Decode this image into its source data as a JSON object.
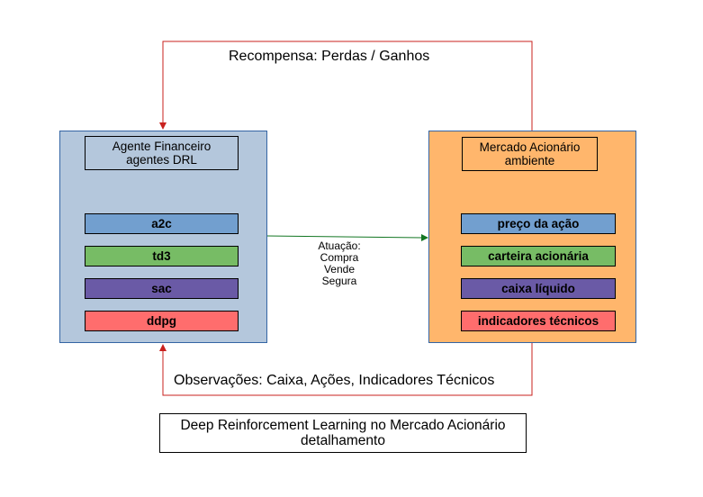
{
  "feedback_top": {
    "label": "Recompensa: Perdas / Ganhos"
  },
  "feedback_bottom": {
    "label": "Observações: Caixa, Ações, Indicadores Técnicos"
  },
  "agent": {
    "title": "Agente Financeiro",
    "subtitle": "agentes DRL",
    "fill": "#b4c7dc",
    "items": [
      {
        "label": "a2c",
        "color": "#729fcf"
      },
      {
        "label": "td3",
        "color": "#77bc65"
      },
      {
        "label": "sac",
        "color": "#6a5aa6"
      },
      {
        "label": "ddpg",
        "color": "#ff6d6d"
      }
    ]
  },
  "environment": {
    "title": "Mercado Acionário",
    "subtitle": "ambiente",
    "fill": "#ffb66c",
    "items": [
      {
        "label": "preço da ação",
        "color": "#729fcf"
      },
      {
        "label": "carteira acionária",
        "color": "#77bc65"
      },
      {
        "label": "caixa líquido",
        "color": "#6a5aa6"
      },
      {
        "label": "indicadores técnicos",
        "color": "#ff6d6d"
      }
    ]
  },
  "action": {
    "label": "Atuação:",
    "options": [
      "Compra",
      "Vende",
      "Segura"
    ]
  },
  "caption": {
    "line1": "Deep Reinforcement Learning no Mercado Acionário",
    "line2": "detalhamento"
  },
  "colors": {
    "reward_arrow": "#c9211e",
    "action_arrow": "#127622",
    "panel_border": "#3465a4"
  }
}
